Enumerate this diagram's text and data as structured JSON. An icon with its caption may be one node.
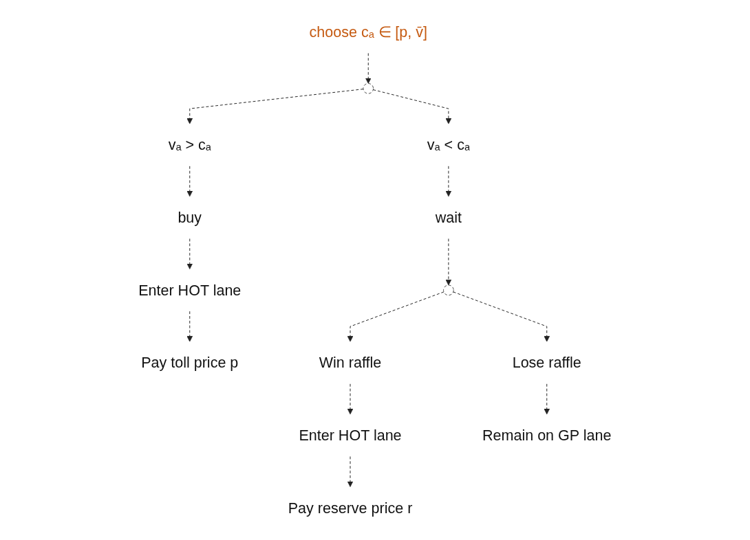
{
  "diagram": {
    "nodes": [
      {
        "text": [
          "choose cₐ ∈ [p, v̄]"
        ]
      },
      {
        "text": [],
        "shape": "circle"
      },
      {
        "text": [
          "vₐ > cₐ"
        ]
      },
      {
        "text": [
          "vₐ < cₐ"
        ]
      },
      {
        "text": [
          "buy"
        ]
      },
      {
        "text": [
          "wait"
        ]
      },
      {
        "text": [
          "Enter HOT lane"
        ]
      },
      {
        "text": [],
        "shape": "circle"
      },
      {
        "text": [
          "Pay toll price p"
        ]
      },
      {
        "text": [
          "Win raffle"
        ]
      },
      {
        "text": [
          "Lose raffle"
        ]
      },
      {
        "text": [
          "Enter HOT lane"
        ]
      },
      {
        "text": [
          "Remain on GP lane"
        ]
      },
      {
        "text": [
          "Pay reserve price r"
        ]
      }
    ],
    "edges": [
      {
        "from": 0,
        "to": 1,
        "arrow": "to",
        "style": "dashed"
      },
      {
        "from": 1,
        "to": 2,
        "arrow": "to",
        "style": "dashed"
      },
      {
        "from": 1,
        "to": 3,
        "arrow": "to",
        "style": "dashed"
      },
      {
        "from": 2,
        "to": 4,
        "arrow": "to",
        "style": "dashed"
      },
      {
        "from": 4,
        "to": 6,
        "arrow": "to",
        "style": "dashed"
      },
      {
        "from": 6,
        "to": 8,
        "arrow": "to",
        "style": "dashed"
      },
      {
        "from": 3,
        "to": 5,
        "arrow": "to",
        "style": "dashed"
      },
      {
        "from": 5,
        "to": 7,
        "arrow": "to",
        "style": "dashed"
      },
      {
        "from": 7,
        "to": 9,
        "arrow": "to",
        "style": "dashed"
      },
      {
        "from": 7,
        "to": 10,
        "arrow": "to",
        "style": "dashed"
      },
      {
        "from": 9,
        "to": 11,
        "arrow": "to",
        "style": "dashed"
      },
      {
        "from": 10,
        "to": 12,
        "arrow": "to",
        "style": "dashed"
      },
      {
        "from": 11,
        "to": 13,
        "arrow": "to",
        "style": "dashed"
      }
    ]
  }
}
